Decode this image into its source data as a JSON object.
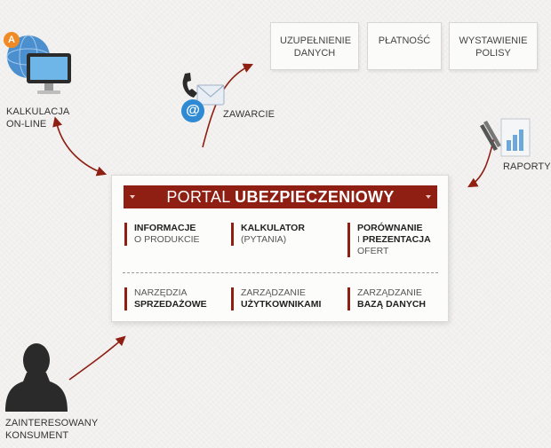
{
  "nodes": {
    "kalkulacja": "KALKULACJA\nON-LINE",
    "zawarcie": "ZAWARCIE",
    "raporty": "RAPORTY",
    "konsument": "ZAINTERESOWANY\nKONSUMENT"
  },
  "steps": [
    {
      "label": "UZUPEŁNIENIE\nDANYCH"
    },
    {
      "label": "PŁATNOŚĆ"
    },
    {
      "label": "WYSTAWIENIE\nPOLISY"
    }
  ],
  "portal": {
    "title_thin": "PORTAL ",
    "title_bold": "UBEZPIECZENIOWY",
    "row1": [
      {
        "bold": "INFORMACJE",
        "sub": "O PRODUKCIE"
      },
      {
        "bold": "KALKULATOR",
        "sub": "(PYTANIA)"
      },
      {
        "bold": "PORÓWNANIE",
        "mid": "I ",
        "bold2": "PREZENTACJA",
        "sub": "OFERT"
      }
    ],
    "row2": [
      {
        "sub": "NARZĘDZIA",
        "bold": "SPRZEDAŻOWE"
      },
      {
        "sub": "ZARZĄDZANIE",
        "bold": "UŻYTKOWNIKAMI"
      },
      {
        "sub": "ZARZĄDZANIE",
        "bold": "BAZĄ DANYCH"
      }
    ]
  },
  "icons": {
    "globe_badge": "A",
    "at_sign": "@"
  },
  "colors": {
    "accent": "#8e1f12",
    "background": "#f1f0ef"
  }
}
